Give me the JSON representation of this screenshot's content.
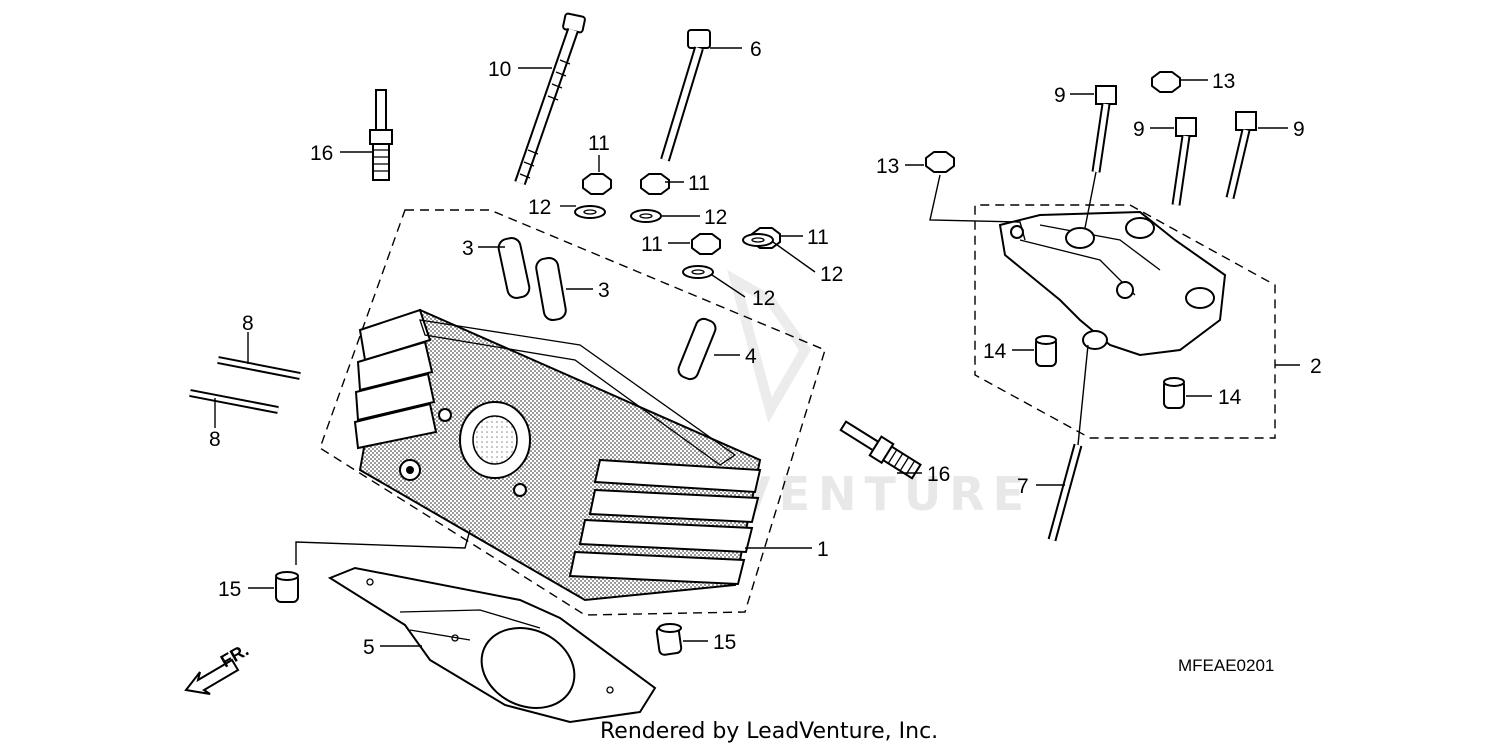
{
  "callouts": {
    "c1": "1",
    "c2": "2",
    "c3a": "3",
    "c3b": "3",
    "c4": "4",
    "c5": "5",
    "c6": "6",
    "c7": "7",
    "c8a": "8",
    "c8b": "8",
    "c9a": "9",
    "c9b": "9",
    "c9c": "9",
    "c10": "10",
    "c11a": "11",
    "c11b": "11",
    "c11c": "11",
    "c11d": "11",
    "c12a": "12",
    "c12b": "12",
    "c12c": "12",
    "c12d": "12",
    "c13a": "13",
    "c13b": "13",
    "c14a": "14",
    "c14b": "14",
    "c15a": "15",
    "c15b": "15",
    "c16a": "16",
    "c16b": "16"
  },
  "front_marker": "FR.",
  "diagram_code": "MFEAE0201",
  "credit": "Rendered by LeadVenture, Inc.",
  "watermark": "VENTURE",
  "colors": {
    "ink": "#000000",
    "paper": "#ffffff",
    "watermark": "#e8e8e8"
  }
}
